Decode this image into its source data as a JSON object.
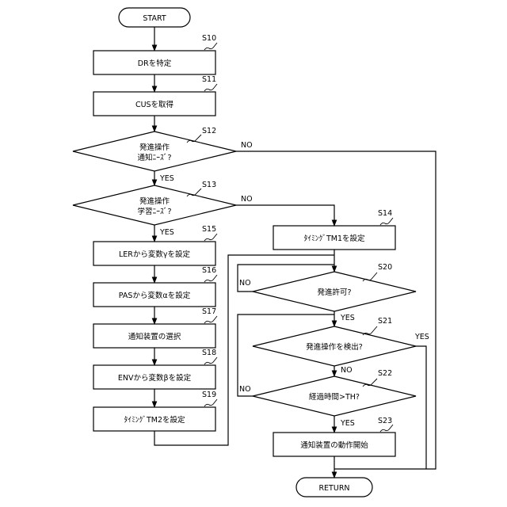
{
  "terminals": {
    "start": "START",
    "return": "RETURN"
  },
  "steps": {
    "s10": {
      "id": "S10",
      "text": "DRを特定"
    },
    "s11": {
      "id": "S11",
      "text": "CUSを取得"
    },
    "s12": {
      "id": "S12",
      "line1": "発進操作",
      "line2": "通知ﾆｰｽﾞ?"
    },
    "s13": {
      "id": "S13",
      "line1": "発進操作",
      "line2": "学習ﾆｰｽﾞ?"
    },
    "s14": {
      "id": "S14",
      "text": "ﾀｲﾐﾝｸﾞTM1を設定"
    },
    "s15": {
      "id": "S15",
      "text": "LERから変数γを設定"
    },
    "s16": {
      "id": "S16",
      "text": "PASから変数αを設定"
    },
    "s17": {
      "id": "S17",
      "text": "通知装置の選択"
    },
    "s18": {
      "id": "S18",
      "text": "ENVから変数βを設定"
    },
    "s19": {
      "id": "S19",
      "text": "ﾀｲﾐﾝｸﾞTM2を設定"
    },
    "s20": {
      "id": "S20",
      "text": "発進許可?"
    },
    "s21": {
      "id": "S21",
      "text": "発進操作を検出?"
    },
    "s22": {
      "id": "S22",
      "text": "経過時間>TH?"
    },
    "s23": {
      "id": "S23",
      "text": "通知装置の動作開始"
    }
  },
  "branches": {
    "s12_yes": "YES",
    "s12_no": "NO",
    "s13_yes": "YES",
    "s13_no": "NO",
    "s20_yes": "YES",
    "s20_no": "NO",
    "s21_yes": "YES",
    "s21_no": "NO",
    "s22_yes": "YES",
    "s22_no": "NO"
  }
}
